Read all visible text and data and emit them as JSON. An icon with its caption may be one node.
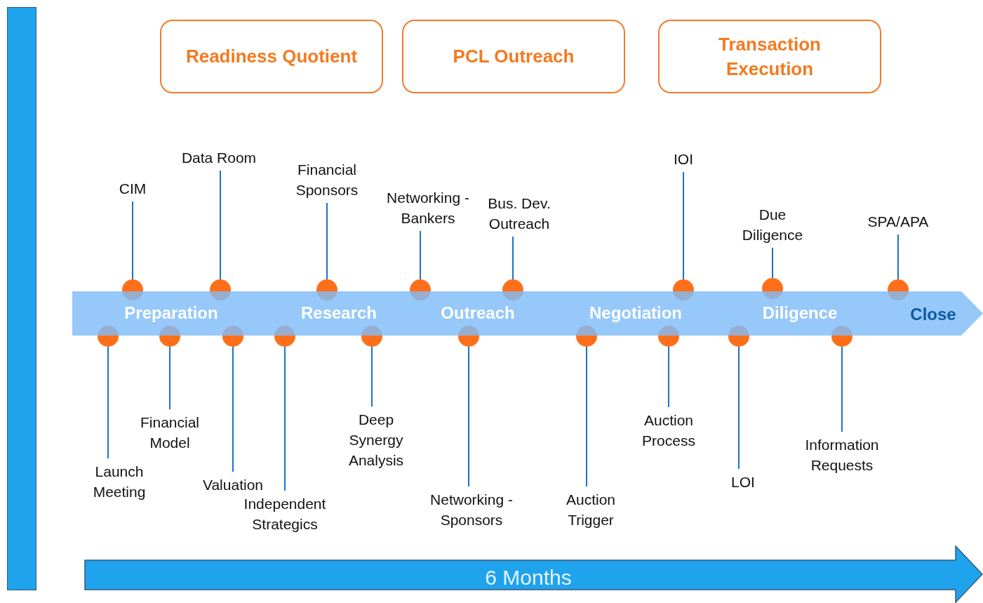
{
  "diagram": {
    "nodes": [
      {
        "text": [
          "Readiness Quotient"
        ]
      },
      {
        "text": [
          "PCL Outreach"
        ]
      },
      {
        "text": [
          "Transaction Execution"
        ]
      },
      {
        "text": [
          "Preparation",
          "Research",
          "Outreach",
          "Negotiation",
          "Diligence",
          "Close"
        ]
      },
      {
        "text": [
          "Launch Meeting"
        ]
      },
      {
        "text": [],
        "shape": "circle"
      },
      {
        "text": [
          "CIM"
        ]
      },
      {
        "text": [],
        "shape": "circle"
      },
      {
        "text": [
          "Financial Model"
        ]
      },
      {
        "text": [],
        "shape": "circle"
      },
      {
        "text": [
          "Data Room"
        ]
      },
      {
        "text": [],
        "shape": "circle"
      },
      {
        "text": [
          "Valuation"
        ]
      },
      {
        "text": [],
        "shape": "circle"
      },
      {
        "text": [
          "Independent Strategics"
        ]
      },
      {
        "text": [],
        "shape": "circle"
      },
      {
        "text": [
          "Financial Sponsors"
        ]
      },
      {
        "text": [],
        "shape": "circle"
      },
      {
        "text": [
          "Deep Synergy Analysis"
        ]
      },
      {
        "text": [],
        "shape": "circle"
      },
      {
        "text": [
          "Networking - Bankers"
        ]
      },
      {
        "text": [],
        "shape": "circle"
      },
      {
        "text": [
          "Networking - Sponsors"
        ]
      },
      {
        "text": [],
        "shape": "circle"
      },
      {
        "text": [
          "Bus. Dev. Outreach"
        ]
      },
      {
        "text": [],
        "shape": "circle"
      },
      {
        "text": [
          "Auction Trigger"
        ]
      },
      {
        "text": [],
        "shape": "circle"
      },
      {
        "text": [
          "Auction Process"
        ]
      },
      {
        "text": [],
        "shape": "circle"
      },
      {
        "text": [
          "IOI"
        ]
      },
      {
        "text": [],
        "shape": "circle"
      },
      {
        "text": [
          "LOI"
        ]
      },
      {
        "text": [],
        "shape": "circle"
      },
      {
        "text": [
          "Due Diligence"
        ]
      },
      {
        "text": [],
        "shape": "circle"
      },
      {
        "text": [
          "Information Requests"
        ]
      },
      {
        "text": [],
        "shape": "circle"
      },
      {
        "text": [
          "SPA/APA"
        ]
      },
      {
        "text": [],
        "shape": "circle"
      },
      {
        "text": [
          "6 Months"
        ]
      },
      {
        "text": [],
        "shape": "bar"
      }
    ],
    "edges": [
      {
        "from": 4,
        "to": 5,
        "arrow": "none"
      },
      {
        "from": 6,
        "to": 7,
        "arrow": "none"
      },
      {
        "from": 8,
        "to": 9,
        "arrow": "none"
      },
      {
        "from": 10,
        "to": 11,
        "arrow": "none"
      },
      {
        "from": 12,
        "to": 13,
        "arrow": "none"
      },
      {
        "from": 14,
        "to": 15,
        "arrow": "none"
      },
      {
        "from": 16,
        "to": 17,
        "arrow": "none"
      },
      {
        "from": 18,
        "to": 19,
        "arrow": "none"
      },
      {
        "from": 20,
        "to": 21,
        "arrow": "none"
      },
      {
        "from": 22,
        "to": 23,
        "arrow": "none"
      },
      {
        "from": 24,
        "to": 25,
        "arrow": "none"
      },
      {
        "from": 26,
        "to": 27,
        "arrow": "none"
      },
      {
        "from": 28,
        "to": 29,
        "arrow": "none"
      },
      {
        "from": 30,
        "to": 31,
        "arrow": "none"
      },
      {
        "from": 32,
        "to": 33,
        "arrow": "none"
      },
      {
        "from": 34,
        "to": 35,
        "arrow": "none"
      },
      {
        "from": 36,
        "to": 37,
        "arrow": "none"
      },
      {
        "from": 38,
        "to": 39,
        "arrow": "none"
      }
    ]
  }
}
